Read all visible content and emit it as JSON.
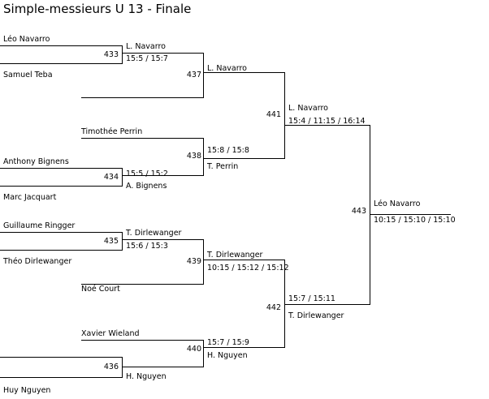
{
  "title": "Simple-messieurs U 13 - Finale",
  "bracket": {
    "round1": {
      "entrants": [
        {
          "name": "Léo Navarro"
        },
        {
          "name": "Samuel Teba"
        },
        {
          "name": "Timothée Perrin"
        },
        {
          "name": "Anthony Bignens"
        },
        {
          "name": "Marc Jacquart"
        },
        {
          "name": "Guillaume Ringger"
        },
        {
          "name": "Théo Dirlewanger"
        },
        {
          "name": "Noé Court"
        },
        {
          "name": "Xavier Wieland"
        },
        {
          "name": "Huy Nguyen"
        }
      ],
      "matches": [
        {
          "id": "433",
          "winner": "L. Navarro",
          "score": "15:5 / 15:7"
        },
        {
          "id": "434",
          "winner": "A. Bignens",
          "score": "15:5 / 15:2"
        },
        {
          "id": "435",
          "winner": "T. Dirlewanger",
          "score": "15:6 / 15:3"
        },
        {
          "id": "436",
          "winner": "H. Nguyen",
          "score": ""
        }
      ]
    },
    "round2": {
      "matches": [
        {
          "id": "437",
          "winner": "L. Navarro",
          "score": ""
        },
        {
          "id": "438",
          "winner": "T. Perrin",
          "score": "15:8 / 15:8"
        },
        {
          "id": "439",
          "winner": "T. Dirlewanger",
          "score": "10:15 / 15:12 / 15:12"
        },
        {
          "id": "440",
          "winner": "H. Nguyen",
          "score": "15:7 / 15:9"
        }
      ]
    },
    "semifinals": {
      "matches": [
        {
          "id": "441",
          "winner": "L. Navarro",
          "score": "15:4 / 11:15 / 16:14"
        },
        {
          "id": "442",
          "winner": "T. Dirlewanger",
          "score": "15:7 / 15:11"
        }
      ]
    },
    "final": {
      "matches": [
        {
          "id": "443",
          "winner": "Léo Navarro",
          "score": "10:15 / 15:10 / 15:10"
        }
      ]
    }
  },
  "colors": {
    "line": "#000000",
    "text": "#000000",
    "background": "#ffffff"
  }
}
